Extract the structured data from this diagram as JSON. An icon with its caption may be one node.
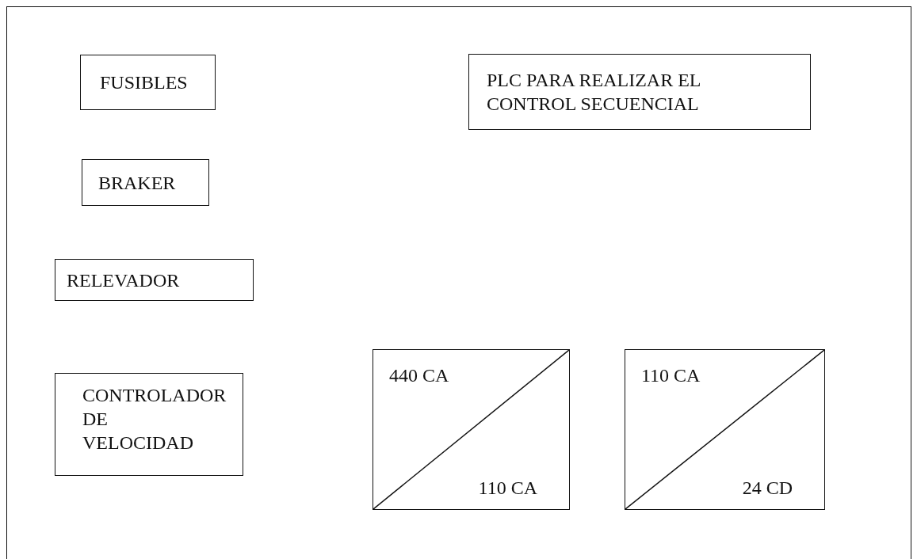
{
  "diagram": {
    "nodes": [
      {
        "text": [],
        "shape": "box"
      },
      {
        "text": [
          "FUSIBLES"
        ],
        "in": 0
      },
      {
        "text": [
          "PLC PARA REALIZAR EL CONTROL SECUENCIAL"
        ],
        "in": 0
      },
      {
        "text": [
          "BRAKER"
        ],
        "in": 0
      },
      {
        "text": [
          "RELEVADOR"
        ],
        "in": 0
      },
      {
        "text": [
          "440 CA",
          "110 CA"
        ],
        "in": 0
      },
      {
        "text": [
          "110 CA",
          "24 CD"
        ],
        "in": 0
      },
      {
        "text": [
          "CONTROLADOR DE VELOCIDAD"
        ],
        "in": 0
      }
    ],
    "edges": []
  }
}
